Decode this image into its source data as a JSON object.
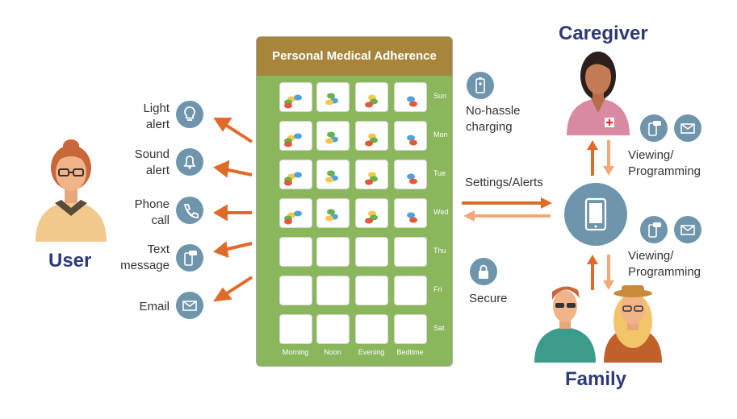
{
  "device": {
    "title": "Personal Medical Adherence",
    "days": [
      "Sun",
      "Mon",
      "Tue",
      "Wed",
      "Thu",
      "Fri",
      "Sat"
    ],
    "times": [
      "Morning",
      "Noon",
      "Evening",
      "Bedtime"
    ]
  },
  "user": {
    "label": "User",
    "alerts": [
      {
        "text": "Light\nalert",
        "icon": "lightbulb-icon"
      },
      {
        "text": "Sound\nalert",
        "icon": "bell-icon"
      },
      {
        "text": "Phone\ncall",
        "icon": "phone-icon"
      },
      {
        "text": "Text\nmessage",
        "icon": "sms-phone-icon"
      },
      {
        "text": "Email",
        "icon": "envelope-icon"
      }
    ]
  },
  "features": {
    "charging": "No-hassle\ncharging",
    "settings": "Settings/Alerts",
    "secure": "Secure"
  },
  "caregiver": {
    "label": "Caregiver",
    "link": "Viewing/\nProgramming"
  },
  "family": {
    "label": "Family",
    "link": "Viewing/\nProgramming"
  },
  "colors": {
    "icon_circle": "#6f95ad",
    "arrow_dark": "#e06a2a",
    "arrow_light": "#f2a878",
    "device_body": "#8ab65c",
    "device_header": "#a8853d",
    "name_text": "#2e3a78"
  }
}
